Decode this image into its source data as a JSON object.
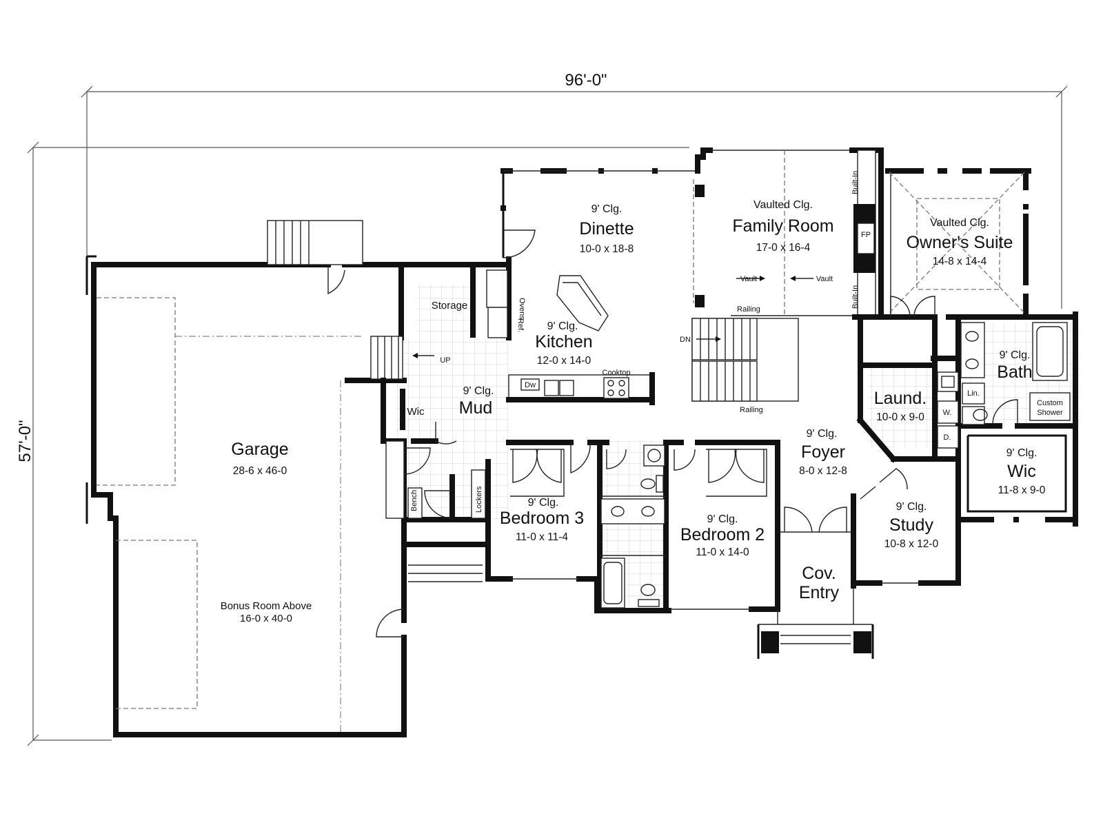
{
  "dimensions": {
    "width": "96'-0\"",
    "depth": "57'-0\""
  },
  "rooms": {
    "dinette": {
      "ceiling": "9' Clg.",
      "name": "Dinette",
      "size": "10-0 x 18-8"
    },
    "family": {
      "ceiling": "Vaulted Clg.",
      "name": "Family Room",
      "size": "17-0 x 16-4"
    },
    "owners_suite": {
      "ceiling": "Vaulted Clg.",
      "name": "Owner's Suite",
      "size": "14-8 x 14-4"
    },
    "kitchen": {
      "ceiling": "9' Clg.",
      "name": "Kitchen",
      "size": "12-0 x 14-0"
    },
    "mud": {
      "ceiling": "9' Clg.",
      "name": "Mud"
    },
    "bath": {
      "ceiling": "9' Clg.",
      "name": "Bath"
    },
    "laund": {
      "name": "Laund.",
      "size": "10-0 x 9-0"
    },
    "foyer": {
      "ceiling": "9' Clg.",
      "name": "Foyer",
      "size": "8-0 x 12-8"
    },
    "owner_wic": {
      "ceiling": "9' Clg.",
      "name": "Wic",
      "size": "11-8 x 9-0"
    },
    "garage": {
      "name": "Garage",
      "size": "28-6 x 46-0"
    },
    "bonus": {
      "name": "Bonus Room Above",
      "size": "16-0 x 40-0"
    },
    "bedroom3": {
      "ceiling": "9' Clg.",
      "name": "Bedroom 3",
      "size": "11-0 x 11-4"
    },
    "bedroom2": {
      "ceiling": "9' Clg.",
      "name": "Bedroom 2",
      "size": "11-0 x 14-0"
    },
    "study": {
      "ceiling": "9' Clg.",
      "name": "Study",
      "size": "10-8 x 12-0"
    },
    "entry": {
      "line1": "Cov.",
      "line2": "Entry"
    },
    "storage": {
      "name": "Storage"
    },
    "mud_wic": {
      "name": "Wic"
    }
  },
  "annotations": {
    "built_in": "Built-In",
    "fp": "FP",
    "vault": "Vault",
    "railing": "Railing",
    "dn": "DN",
    "up": "UP",
    "ovens": "Ovens",
    "ref": "Ref.",
    "dw": "Dw",
    "cooktop": "Cooktop",
    "bench": "Bench",
    "lockers": "Lockers",
    "lin": "Lin.",
    "w": "W.",
    "d": "D.",
    "custom_shower_1": "Custom",
    "custom_shower_2": "Shower"
  }
}
